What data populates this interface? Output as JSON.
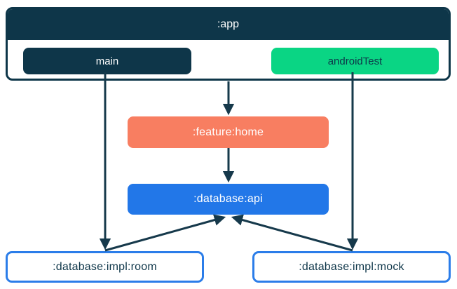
{
  "diagram": {
    "background": "#ffffff",
    "arrow_color": "#16394b",
    "nodes": {
      "app": {
        "label": ":app",
        "fill": "#0e3649",
        "text_color": "#ffffff"
      },
      "main": {
        "label": "main",
        "fill": "#0e3649",
        "text_color": "#ffffff"
      },
      "android_test": {
        "label": "androidTest",
        "fill": "#0ad584",
        "text_color": "#0e3649"
      },
      "feature_home": {
        "label": ":feature:home",
        "fill": "#f87e61",
        "text_color": "#ffffff"
      },
      "database_api": {
        "label": ":database:api",
        "fill": "#2277e8",
        "text_color": "#ffffff"
      },
      "database_impl_room": {
        "label": ":database:impl:room",
        "fill": "#ffffff",
        "border_color": "#2b7de9",
        "text_color": "#0e3649"
      },
      "database_impl_mock": {
        "label": ":database:impl:mock",
        "fill": "#ffffff",
        "border_color": "#2b7de9",
        "text_color": "#0e3649"
      }
    },
    "edges": [
      {
        "from": ":app",
        "to": ":feature:home"
      },
      {
        "from": "main",
        "to": ":database:impl:room"
      },
      {
        "from": "androidTest",
        "to": ":database:impl:mock"
      },
      {
        "from": ":feature:home",
        "to": ":database:api"
      },
      {
        "from": ":database:impl:room",
        "to": ":database:api"
      },
      {
        "from": ":database:impl:mock",
        "to": ":database:api"
      }
    ]
  }
}
